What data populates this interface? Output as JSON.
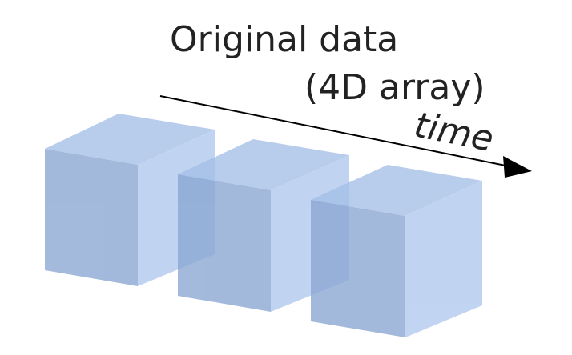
{
  "diagram": {
    "title_line1": "Original data",
    "title_line2": "(4D array)",
    "axis_label": "time",
    "cube_count": 3,
    "colors": {
      "cube_fill": "#9db7e0",
      "cube_front": "#8aa6d2",
      "cube_side": "#afc8ee",
      "cube_top": "#a5bfe6",
      "arrow": "#000000",
      "text": "#222222"
    }
  }
}
